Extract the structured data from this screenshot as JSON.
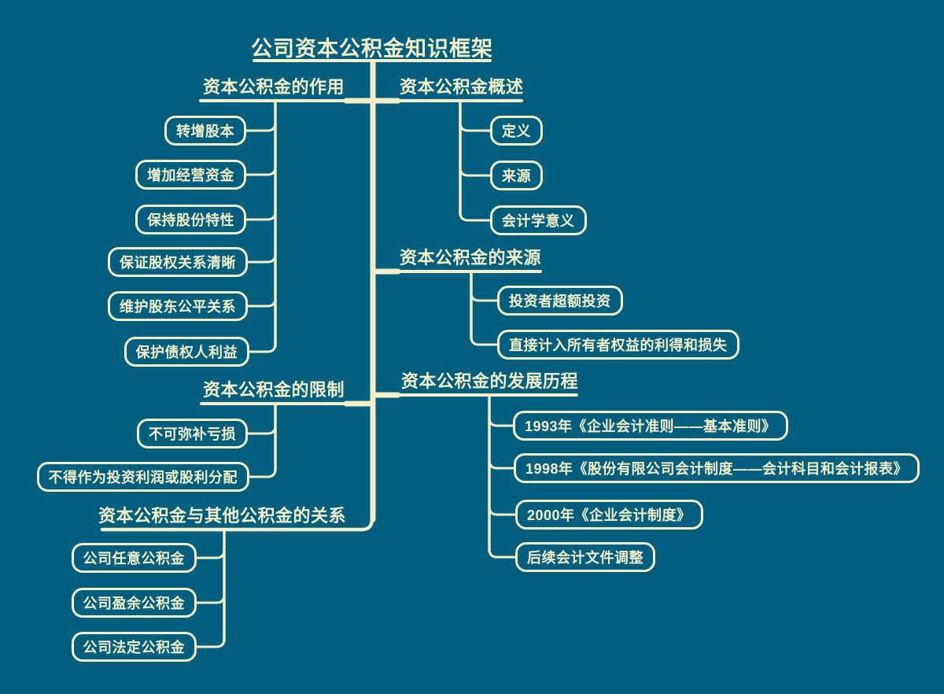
{
  "title": "公司资本公积金知识框架",
  "colors": {
    "background": "#045E7D",
    "line": "#F2EEC9",
    "text": "#F2EEC9"
  },
  "branches": [
    {
      "id": "role",
      "side": "left",
      "label": "资本公积金的作用",
      "children": [
        "转增股本",
        "增加经营资金",
        "保持股份特性",
        "保证股权关系清晰",
        "维护股东公平关系",
        "保护债权人利益"
      ]
    },
    {
      "id": "overview",
      "side": "right",
      "label": "资本公积金概述",
      "children": [
        "定义",
        "来源",
        "会计学意义"
      ]
    },
    {
      "id": "source",
      "side": "right",
      "label": "资本公积金的来源",
      "children": [
        "投资者超额投资",
        "直接计入所有者权益的利得和损失"
      ]
    },
    {
      "id": "restriction",
      "side": "left",
      "label": "资本公积金的限制",
      "children": [
        "不可弥补亏损",
        "不得作为投资利润或股利分配"
      ]
    },
    {
      "id": "history",
      "side": "right",
      "label": "资本公积金的发展历程",
      "children": [
        "1993年《企业会计准则——基本准则》",
        "1998年《股份有限公司会计制度——会计科目和会计报表》",
        "2000年《企业会计制度》",
        "后续会计文件调整"
      ]
    },
    {
      "id": "relation",
      "side": "left",
      "label": "资本公积金与其他公积金的关系",
      "children": [
        "公司任意公积金",
        "公司盈余公积金",
        "公司法定公积金"
      ]
    }
  ]
}
